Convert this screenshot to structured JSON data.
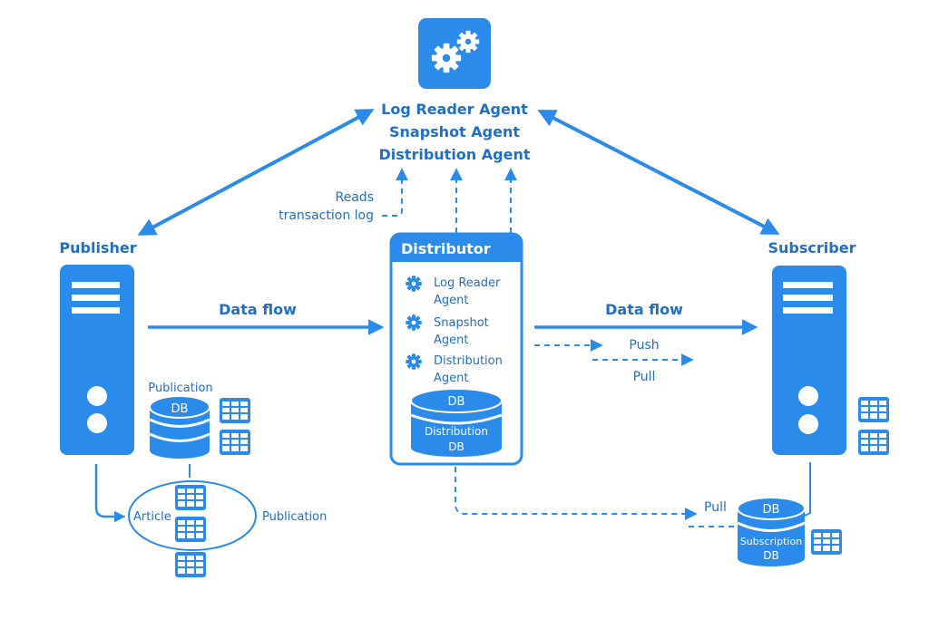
{
  "colors": {
    "primary": "#2a8bea",
    "text": "#1f6fc4",
    "background": "#ffffff"
  },
  "agents_hub": {
    "icon": "gears-icon",
    "lines": [
      "Log Reader Agent",
      "Snapshot Agent",
      "Distribution Agent"
    ]
  },
  "reads_note": {
    "line1": "Reads",
    "line2": "transaction log"
  },
  "publisher": {
    "title": "Publisher",
    "icon": "server-icon",
    "publication_label": "Publication",
    "db_label": "DB",
    "table_icon": "table-icon",
    "article_label": "Article",
    "ellipse_label": "Publication"
  },
  "data_flow_left": {
    "label": "Data flow"
  },
  "distributor": {
    "title": "Distributor",
    "agents": [
      {
        "icon": "gear-icon",
        "line1": "Log Reader",
        "line2": "Agent"
      },
      {
        "icon": "gear-icon",
        "line1": "Snapshot",
        "line2": "Agent"
      },
      {
        "icon": "gear-icon",
        "line1": "Distribution",
        "line2": "Agent"
      }
    ],
    "db_top": "DB",
    "db_line1": "Distribution",
    "db_line2": "DB"
  },
  "data_flow_right": {
    "label": "Data flow",
    "push_label": "Push",
    "pull_label": "Pull"
  },
  "subscriber": {
    "title": "Subscriber",
    "icon": "server-icon",
    "pull_label": "Pull",
    "db_top": "DB",
    "db_line1": "Subscription",
    "db_line2": "DB"
  }
}
